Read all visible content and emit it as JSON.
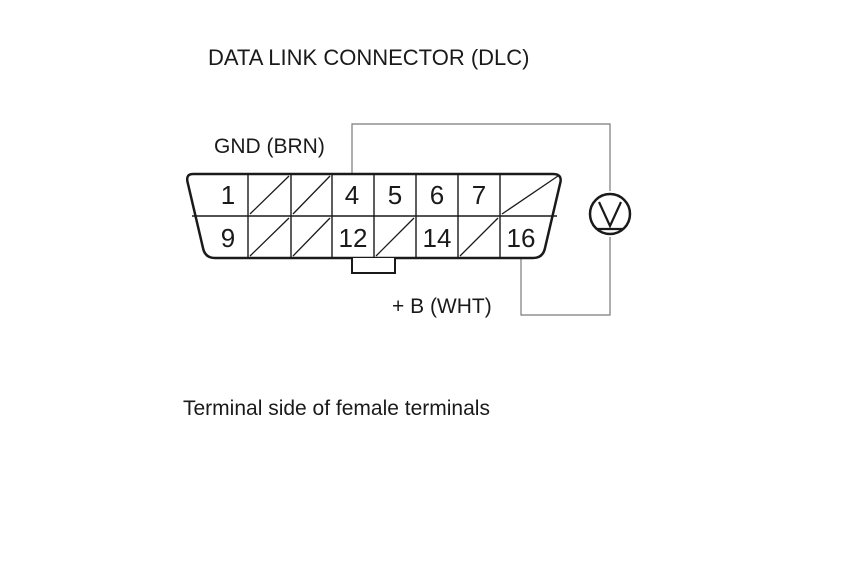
{
  "diagram": {
    "title": "DATA LINK CONNECTOR (DLC)",
    "gnd_label": "GND (BRN)",
    "plus_b_label": "+ B (WHT)",
    "caption": "Terminal side of female terminals",
    "meter_symbol": "V",
    "meter_icon": "voltmeter-icon",
    "top_row": [
      "1",
      "",
      "",
      "4",
      "5",
      "6",
      "7",
      ""
    ],
    "bottom_row": [
      "9",
      "",
      "",
      "12",
      "",
      "14",
      "",
      "16"
    ],
    "line_color": "#1a1a1a",
    "wire_color": "#7a7a7a"
  }
}
